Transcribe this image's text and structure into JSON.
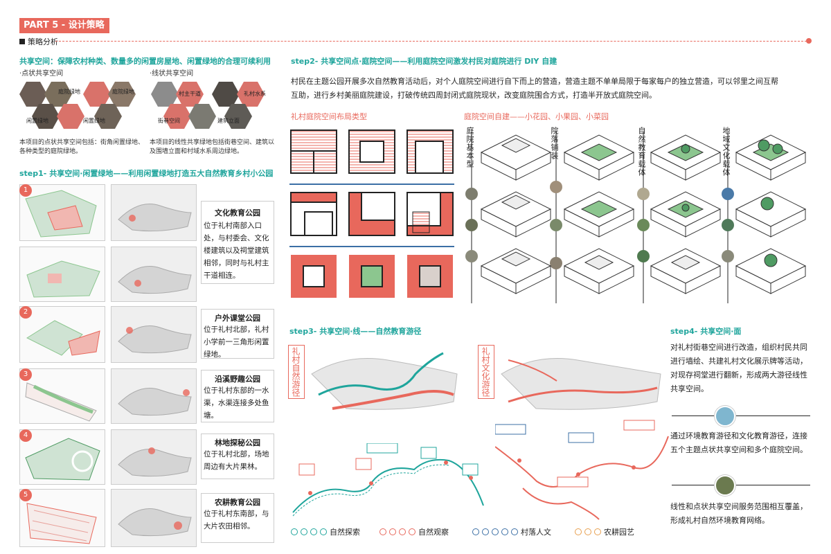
{
  "header": {
    "part_label": "PART 5 - 设计策略",
    "section_label": "策略分析"
  },
  "left": {
    "title": "共享空间：保障农村种类、数量多的闲置房屋地、闲置绿地的合理可续利用",
    "point_label": "·点状共享空间",
    "line_label": "·线状共享空间",
    "point_hexes": [
      "庭院绿地",
      "庭院绿地",
      "闲置绿地",
      "闲置绿地"
    ],
    "line_hexes": [
      "村主干道",
      "礼村水系",
      "街巷空间",
      "建筑立面"
    ],
    "point_desc": "本项目的点状共享空间包括：街角闲置绿地、各种类型的庭院绿地。",
    "line_desc": "本项目的线性共享绿地包括街巷空间、建筑以及围墙立面和村域水系周边绿地。",
    "step1_title": "step1- 共享空间·闲置绿地——利用闲置绿地打造五大自然教育乡村小公园",
    "parks": [
      {
        "num": "1",
        "title": "文化教育公园",
        "desc": "位于礼村南部入口处，与村委会、文化楼建筑以及祠堂建筑相邻，同时与礼村主干道相连。"
      },
      {
        "num": "2",
        "title": "户外课堂公园",
        "desc": "位于礼村北部，礼村小学前一三角形闲置绿地。"
      },
      {
        "num": "3",
        "title": "沿溪野趣公园",
        "desc": "位于礼村东部的一水渠，水渠连接多处鱼塘。"
      },
      {
        "num": "4",
        "title": "林地探秘公园",
        "desc": "位于礼村北部，场地周边有大片果林。"
      },
      {
        "num": "5",
        "title": "农耕教育公园",
        "desc": "位于礼村东南部，与大片农田相邻。"
      }
    ]
  },
  "step2": {
    "title": "step2- 共享空间点·庭院空间——利用庭院空间激发村民对庭院进行 DIY 自建",
    "desc": "村民在主题公园开展多次自然教育活动后，对个人庭院空间进行自下而上的营造，营造主题不单单局限于每家每户的独立营造，可以邻里之间互帮互助，进行乡村美丽庭院建设，打破传统四周封闭式庭院现状，改变庭院围合方式，打造半开放式庭院空间。",
    "layout_label": "礼村庭院空间布局类型",
    "diy_label": "庭院空间自建——小花园、小果园、小菜园",
    "columns": [
      "庭院基本型",
      "院落铺装",
      "自然教育载体",
      "地域文化载体"
    ]
  },
  "step3": {
    "title": "step3- 共享空间·线——自然教育游径",
    "route1": "礼村自然游径",
    "route2": "礼村文化游径",
    "legend": [
      "自然探索",
      "自然观察",
      "村落人文",
      "农耕园艺"
    ]
  },
  "step4": {
    "title": "step4- 共享空间·面",
    "desc1": "对礼村街巷空间进行改造，组织村民共同进行墙绘、共建礼村文化展示牌等活动，对现存祠堂进行翻新，形成两大游径线性共享空间。",
    "desc2": "通过环境教育游径和文化教育游径，连接五个主题点状共享空间和多个庭院空间。",
    "desc3": "线性和点状共享空间服务范围相互覆盖，形成礼村自然环境教育网络。"
  },
  "colors": {
    "accent": "#e8685c",
    "teal": "#1fa59c",
    "green": "#8cc68f"
  }
}
